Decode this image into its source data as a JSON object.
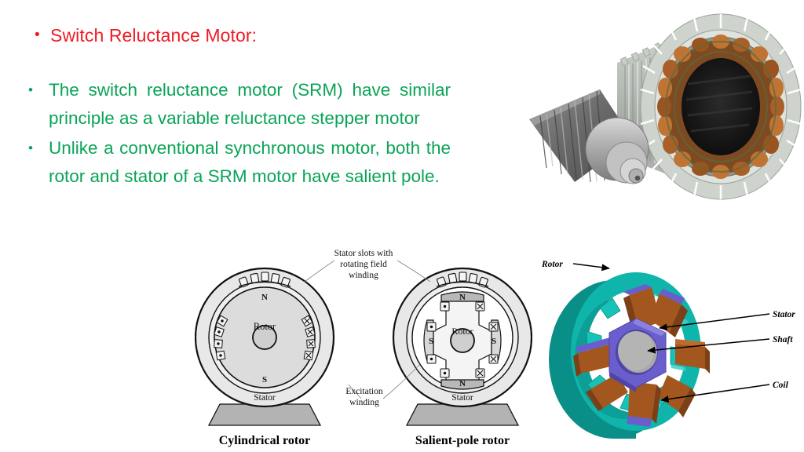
{
  "slide": {
    "title": {
      "bullet": "•",
      "text": "Switch Reluctance Motor:",
      "color": "#ee1b24"
    },
    "bullets": [
      {
        "marker": "•",
        "text": "The switch reluctance motor (SRM) have similar principle as a variable reluctance stepper motor"
      },
      {
        "marker": "•",
        "text": "Unlike a conventional synchronous motor, both the rotor and stator of a SRM motor have salient pole."
      }
    ],
    "body_color": "#0aa457"
  },
  "photo": {
    "alt": "cutaway photograph of a finned aluminium stator housing with copper windings beside a salient-pole rotor with shaft",
    "housing_color": "#b9bdb8",
    "winding_color": "#9c5a2a",
    "rotor_color": "#6e6e6e",
    "bore_color": "#1a1a1a"
  },
  "cross_section": {
    "labels": {
      "stator_slots": "Stator slots with\nrotating field\nwinding",
      "stator_slots_line1": "Stator slots with",
      "stator_slots_line2": "rotating field",
      "stator_slots_line3": "winding",
      "excitation_line1": "Excitation",
      "excitation_line2": "winding",
      "stator": "Stator",
      "rotor": "Rotor",
      "pole_n": "N",
      "pole_s": "S"
    },
    "captions": {
      "left": "Cylindrical rotor",
      "right": "Salient-pole rotor"
    },
    "colors": {
      "body_fill": "#e6e6e6",
      "inner_fill": "#dcdcdc",
      "base_fill": "#b0b0b0",
      "outline": "#111111"
    }
  },
  "srm_3d": {
    "labels": {
      "rotor": "Rotor",
      "stator": "Stator",
      "shaft": "Shaft",
      "coil": "Coil"
    },
    "colors": {
      "rotor_ring": "#0fb5ab",
      "rotor_ring_dark": "#0a8f88",
      "rotor_ring_light": "#3fd0c6",
      "coil": "#a4561f",
      "coil_dark": "#7d3f15",
      "coil_light": "#c06a2a",
      "stator_core": "#6a5ecd",
      "stator_core_dark": "#4f45a8",
      "shaft": "#a8a8a8",
      "arrow": "#000000"
    }
  }
}
